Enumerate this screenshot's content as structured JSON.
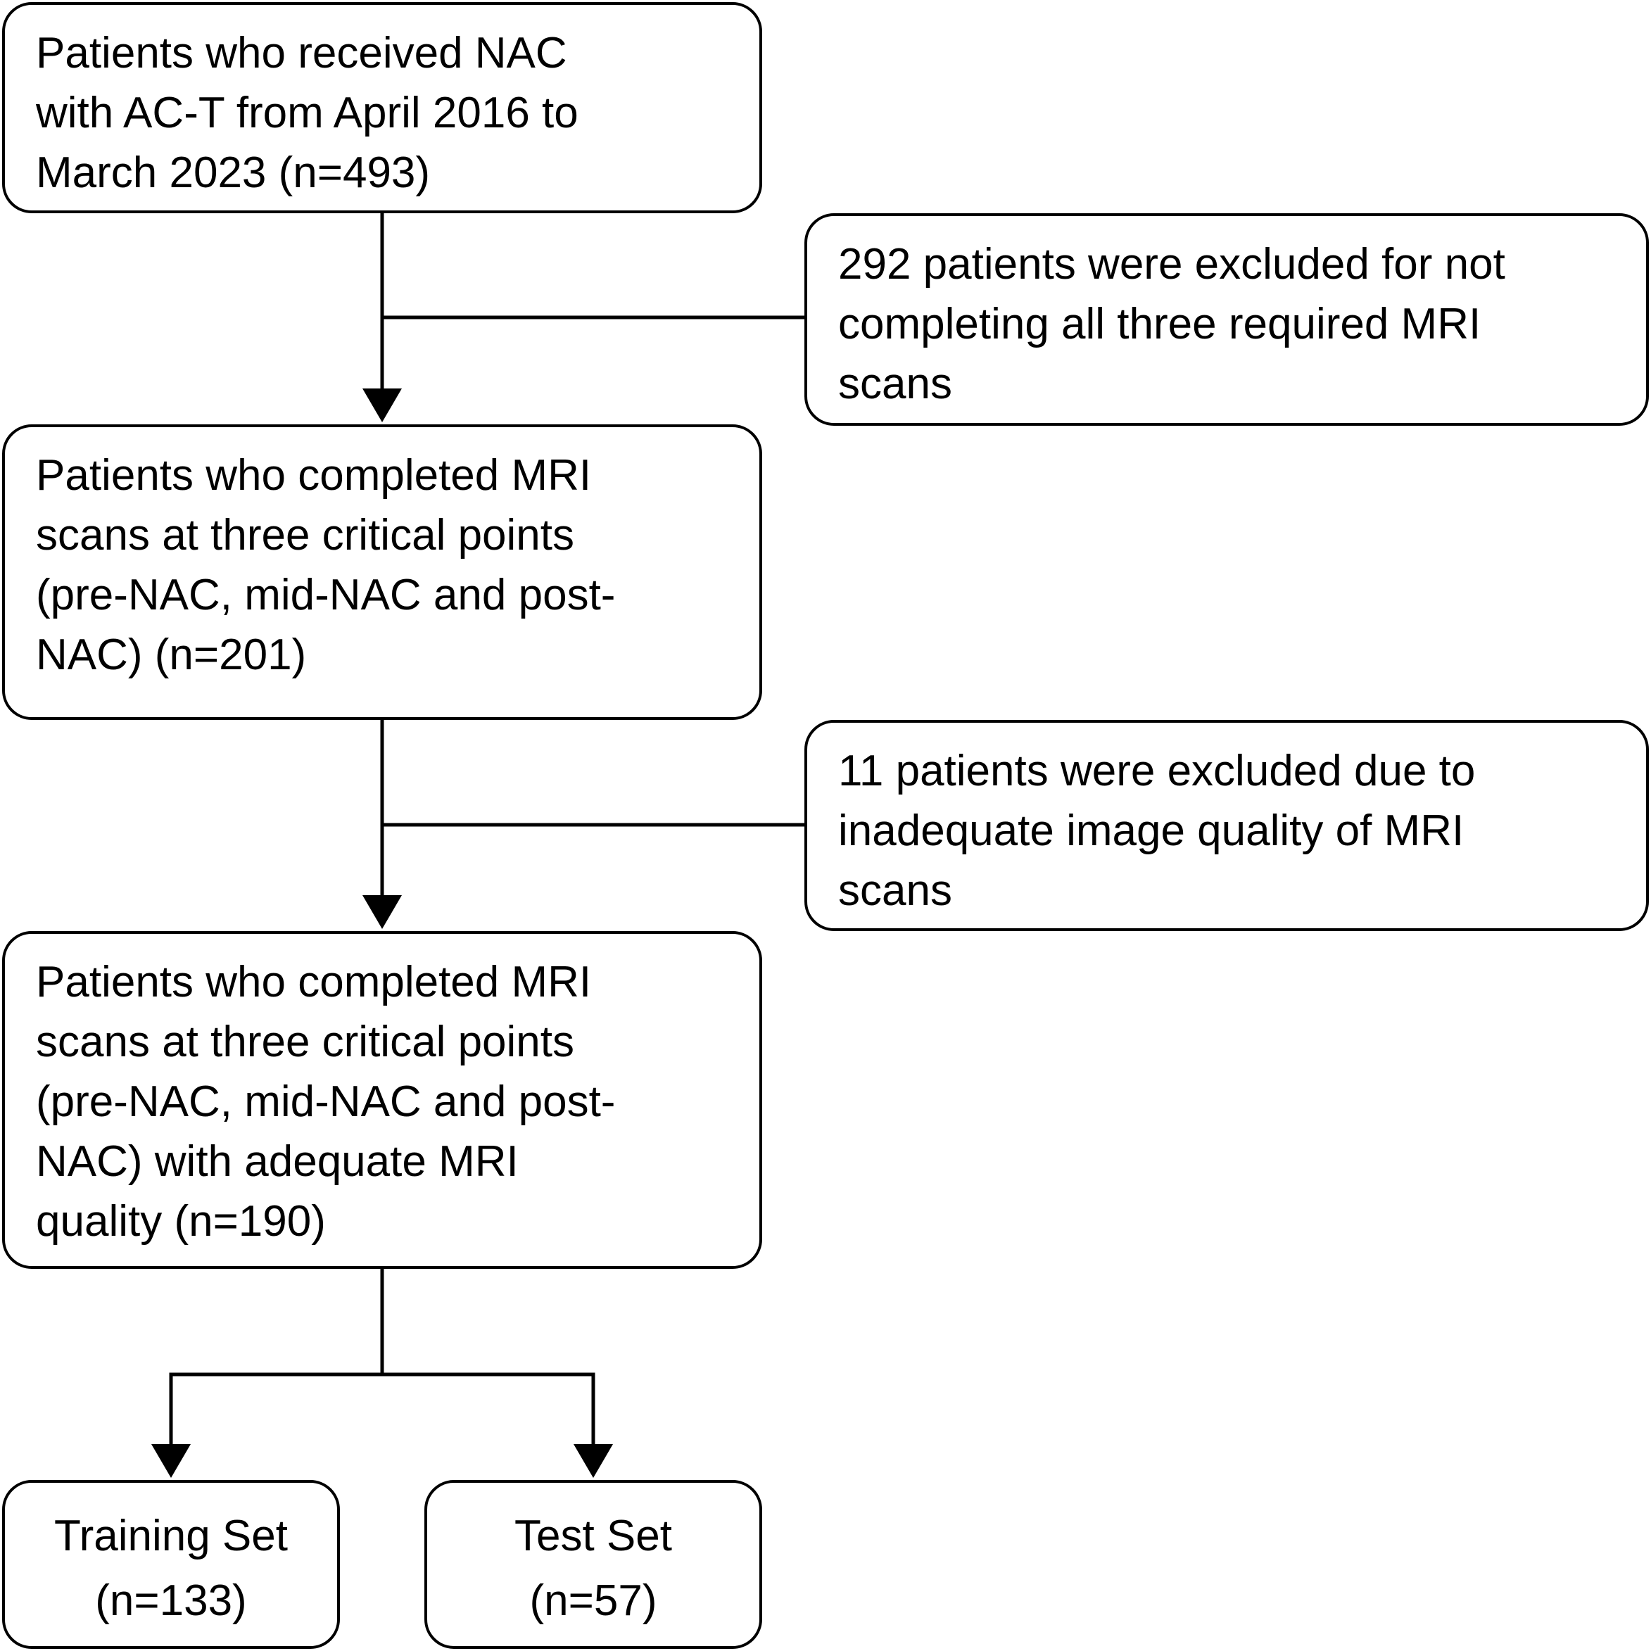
{
  "flowchart": {
    "boxes": {
      "start": "Patients who received NAC\nwith AC-T from April 2016 to\nMarch 2023 (n=493)",
      "exclusion_1": "292 patients were excluded for not\ncompleting all three required MRI\nscans",
      "completed_mri": "Patients who completed MRI\nscans at three critical points\n(pre-NAC, mid-NAC and post-\nNAC) (n=201)",
      "exclusion_2": "11 patients were excluded due to\ninadequate image quality of MRI\nscans",
      "adequate_quality": "Patients who completed MRI\nscans at three critical points\n(pre-NAC, mid-NAC and post-\nNAC) with adequate MRI\nquality (n=190)",
      "training_set": "Training Set\n(n=133)",
      "test_set": "Test Set\n(n=57)"
    },
    "colors": {
      "line": "#000000",
      "background": "#ffffff"
    }
  }
}
